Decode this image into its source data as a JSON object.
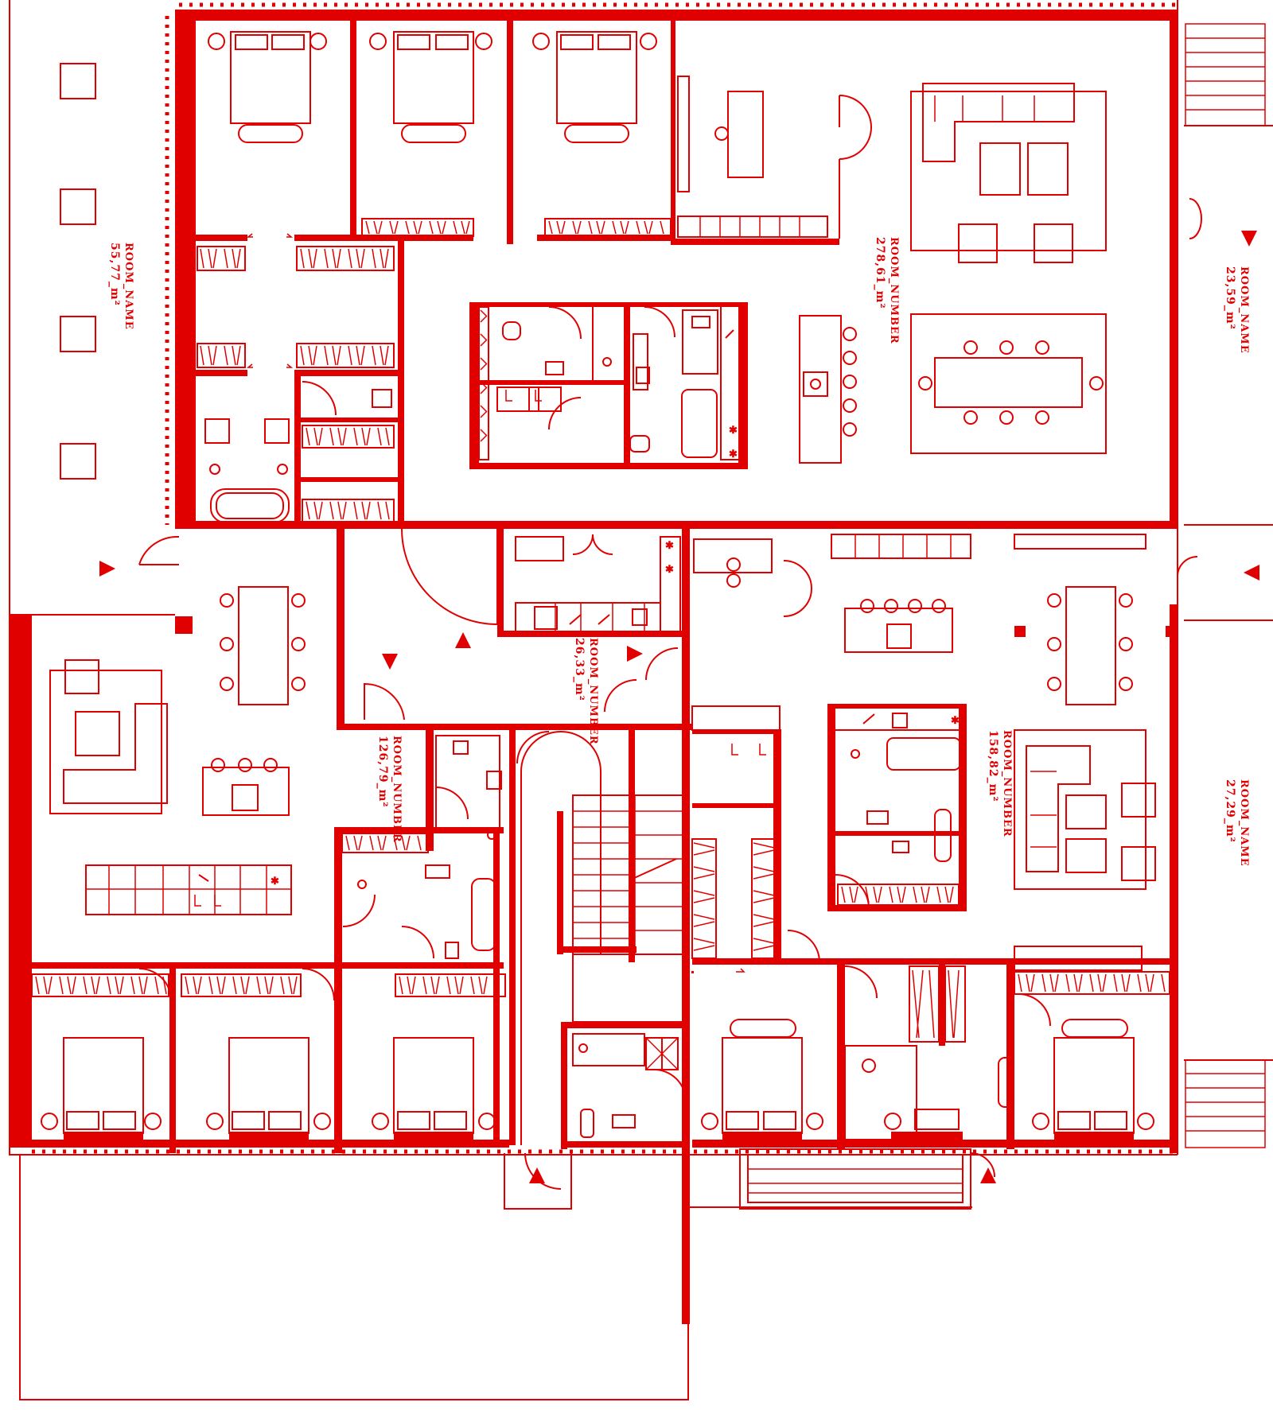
{
  "colors": {
    "line": "#e00000",
    "background": "#ffffff"
  },
  "labels": [
    {
      "id": "terrace-west",
      "name": "ROOM_NAME",
      "area": "55,77_m²"
    },
    {
      "id": "living-north",
      "name": "ROOM_NUMBER",
      "area": "278,61_m²"
    },
    {
      "id": "terrace-east-north",
      "name": "ROOM_NAME",
      "area": "23,59_m²"
    },
    {
      "id": "hall-center",
      "name": "ROOM_NUMBER",
      "area": "26,33_m²"
    },
    {
      "id": "apartment-west",
      "name": "ROOM_NUMBER",
      "area": "126,79_m²"
    },
    {
      "id": "apartment-east",
      "name": "ROOM_NUMBER",
      "area": "158,82_m²"
    },
    {
      "id": "terrace-east-south",
      "name": "ROOM_NAME",
      "area": "27,29_m²"
    }
  ]
}
